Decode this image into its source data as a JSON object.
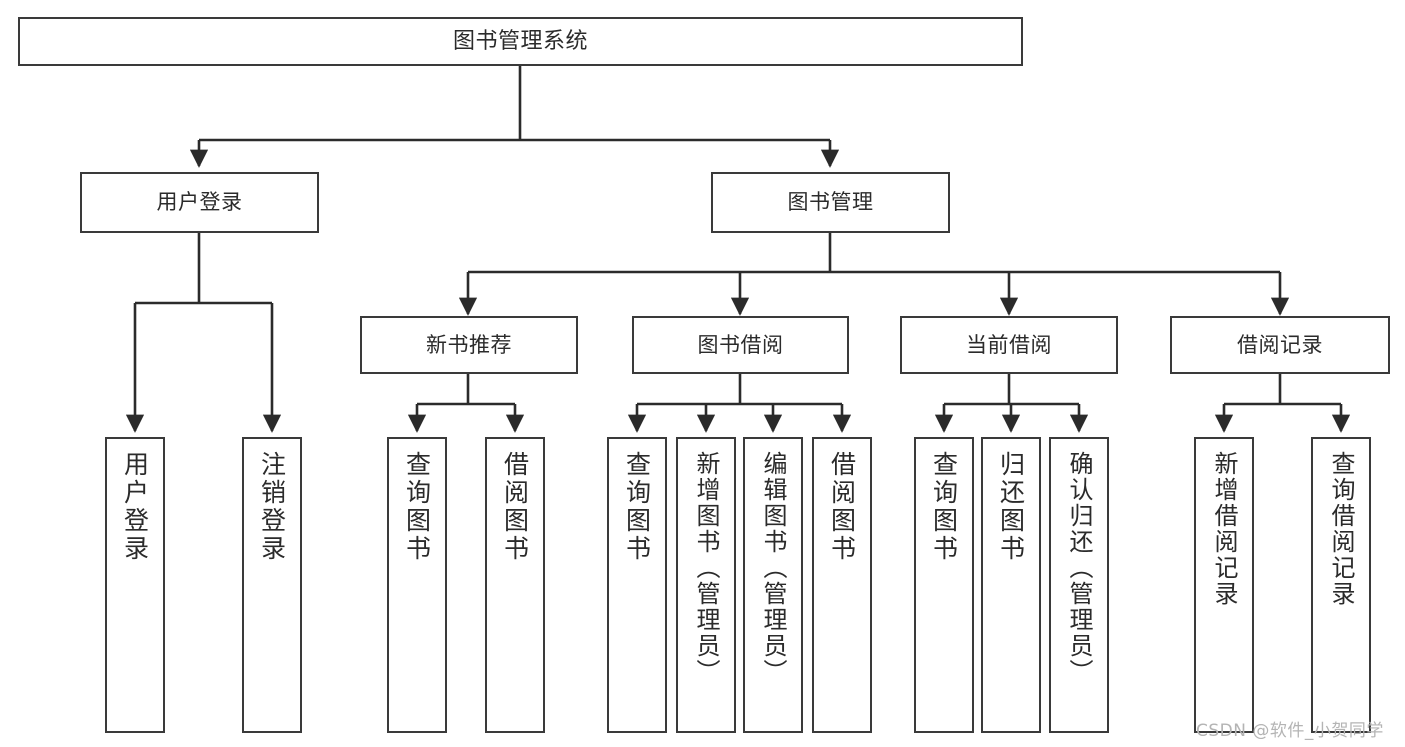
{
  "diagram": {
    "title": "图书管理系统",
    "type": "tree",
    "watermark": "CSDN @软件_小贺同学",
    "colors": {
      "node_border": "#3a3a3a",
      "node_fill": "#ffffff",
      "edge": "#2b2b2b",
      "text": "#2b2b2b",
      "watermark": "#b4b4b4",
      "background": "#ffffff"
    },
    "nodes": {
      "root": {
        "label": "图书管理系统",
        "level": 0
      },
      "l1": [
        {
          "id": "user_login",
          "label": "用户登录",
          "level": 1
        },
        {
          "id": "book_mgmt",
          "label": "图书管理",
          "level": 1
        }
      ],
      "l2": [
        {
          "id": "new_book_rec",
          "label": "新书推荐",
          "level": 2,
          "parent": "book_mgmt"
        },
        {
          "id": "book_borrow",
          "label": "图书借阅",
          "level": 2,
          "parent": "book_mgmt"
        },
        {
          "id": "current_borrow",
          "label": "当前借阅",
          "level": 2,
          "parent": "book_mgmt"
        },
        {
          "id": "borrow_record",
          "label": "借阅记录",
          "level": 2,
          "parent": "book_mgmt"
        }
      ],
      "leaves": [
        {
          "id": "leaf_user_login",
          "label": "用户登录",
          "parent": "user_login"
        },
        {
          "id": "leaf_user_logout",
          "label": "注销登录",
          "parent": "user_login"
        },
        {
          "id": "leaf_rec_query",
          "label": "查询图书",
          "parent": "new_book_rec"
        },
        {
          "id": "leaf_rec_borrow",
          "label": "借阅图书",
          "parent": "new_book_rec"
        },
        {
          "id": "leaf_borrow_query",
          "label": "查询图书",
          "parent": "book_borrow"
        },
        {
          "id": "leaf_borrow_add",
          "label": "新增图书（管理员）",
          "parent": "book_borrow"
        },
        {
          "id": "leaf_borrow_edit",
          "label": "编辑图书（管理员）",
          "parent": "book_borrow"
        },
        {
          "id": "leaf_borrow_do",
          "label": "借阅图书",
          "parent": "book_borrow"
        },
        {
          "id": "leaf_cur_query",
          "label": "查询图书",
          "parent": "current_borrow"
        },
        {
          "id": "leaf_cur_return",
          "label": "归还图书",
          "parent": "current_borrow"
        },
        {
          "id": "leaf_cur_confirm",
          "label": "确认归还（管理员）",
          "parent": "current_borrow"
        },
        {
          "id": "leaf_rec_add",
          "label": "新增借阅记录",
          "parent": "borrow_record"
        },
        {
          "id": "leaf_rec_find",
          "label": "查询借阅记录",
          "parent": "borrow_record"
        }
      ]
    }
  }
}
